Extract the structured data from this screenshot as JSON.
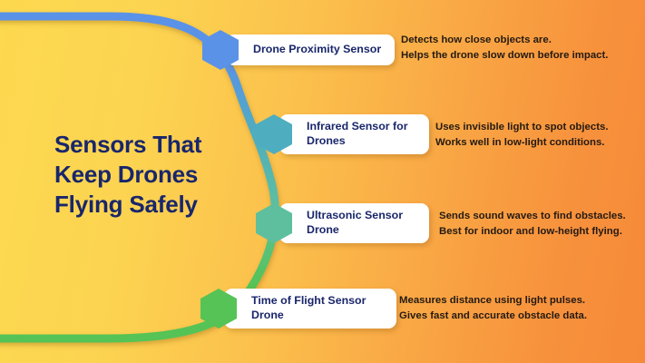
{
  "title": "Sensors That\nKeep Drones\nFlying Safely",
  "colors": {
    "bg_left": "#FDD94F",
    "bg_right": "#F68A39",
    "title_text": "#19266B",
    "card_bg": "#FFFFFF",
    "desc_text": "#241A12",
    "node_1": "#5A92E8",
    "node_2": "#4FADC0",
    "node_3": "#5EBF9E",
    "node_4": "#55C356"
  },
  "nodes": [
    {
      "label": "Drone Proximity Sensor",
      "description": "Detects how close objects are.\n Helps the drone slow down before impact.",
      "color": "#5A92E8",
      "icon": "hexagon-node-icon"
    },
    {
      "label": "Infrared Sensor for\nDrones",
      "description": "Uses invisible light to spot objects.\n Works well in low-light conditions.",
      "color": "#4FADC0",
      "icon": "hexagon-node-icon"
    },
    {
      "label": "Ultrasonic Sensor\nDrone",
      "description": "Sends sound waves to find obstacles.\n Best for indoor and low-height flying.",
      "color": "#5EBF9E",
      "icon": "hexagon-node-icon"
    },
    {
      "label": "Time of Flight Sensor\nDrone",
      "description": "Measures distance using light pulses.\n Gives fast and accurate obstacle data.",
      "color": "#55C356",
      "icon": "hexagon-node-icon"
    }
  ]
}
